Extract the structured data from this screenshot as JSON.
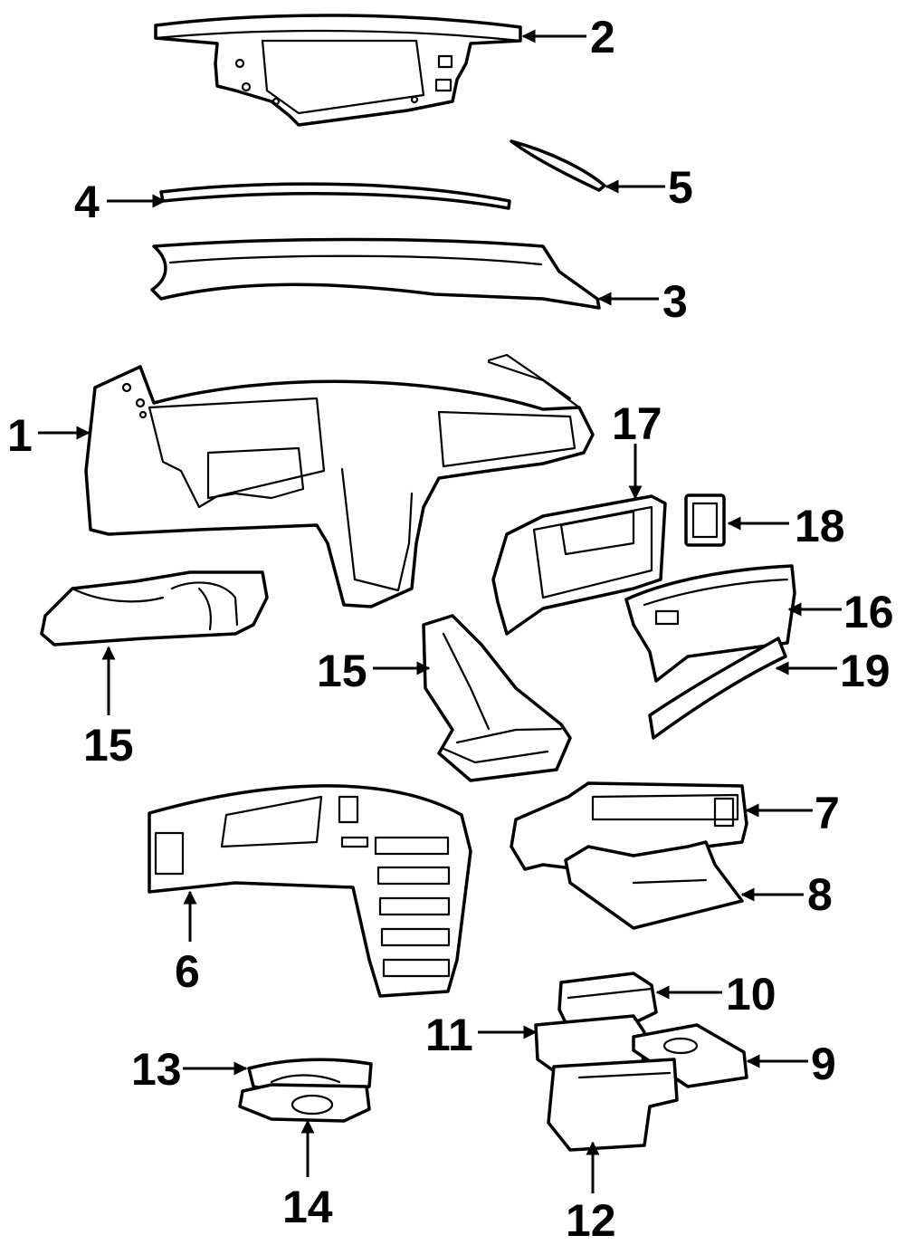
{
  "callouts": [
    {
      "id": "c1",
      "label": "1"
    },
    {
      "id": "c2",
      "label": "2"
    },
    {
      "id": "c3",
      "label": "3"
    },
    {
      "id": "c4",
      "label": "4"
    },
    {
      "id": "c5",
      "label": "5"
    },
    {
      "id": "c6",
      "label": "6"
    },
    {
      "id": "c7",
      "label": "7"
    },
    {
      "id": "c8",
      "label": "8"
    },
    {
      "id": "c9",
      "label": "9"
    },
    {
      "id": "c10",
      "label": "10"
    },
    {
      "id": "c11",
      "label": "11"
    },
    {
      "id": "c12",
      "label": "12"
    },
    {
      "id": "c13",
      "label": "13"
    },
    {
      "id": "c14",
      "label": "14"
    },
    {
      "id": "c15a",
      "label": "15"
    },
    {
      "id": "c15b",
      "label": "15"
    },
    {
      "id": "c16",
      "label": "16"
    },
    {
      "id": "c17",
      "label": "17"
    },
    {
      "id": "c18",
      "label": "18"
    },
    {
      "id": "c19",
      "label": "19"
    }
  ]
}
